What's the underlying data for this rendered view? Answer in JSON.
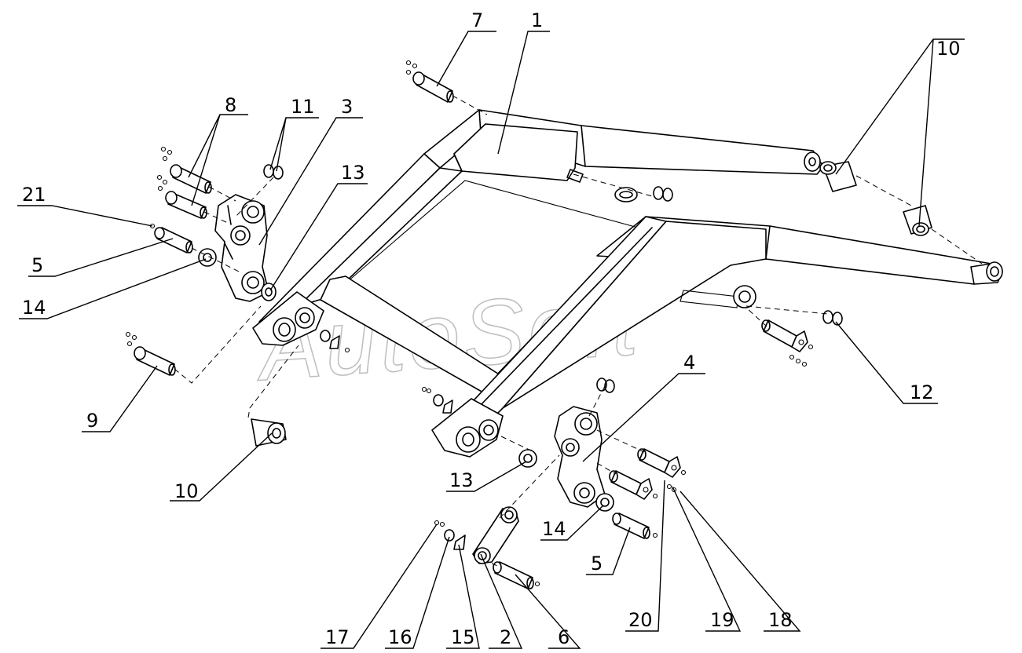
{
  "watermark": "AutoSoft",
  "callouts": [
    {
      "id": "c7",
      "label": "7"
    },
    {
      "id": "c1",
      "label": "1"
    },
    {
      "id": "c10a",
      "label": "10"
    },
    {
      "id": "c8",
      "label": "8"
    },
    {
      "id": "c11",
      "label": "11"
    },
    {
      "id": "c3",
      "label": "3"
    },
    {
      "id": "c13a",
      "label": "13"
    },
    {
      "id": "c21",
      "label": "21"
    },
    {
      "id": "c5a",
      "label": "5"
    },
    {
      "id": "c14a",
      "label": "14"
    },
    {
      "id": "c9",
      "label": "9"
    },
    {
      "id": "c10b",
      "label": "10"
    },
    {
      "id": "c4",
      "label": "4"
    },
    {
      "id": "c12",
      "label": "12"
    },
    {
      "id": "c13b",
      "label": "13"
    },
    {
      "id": "c14b",
      "label": "14"
    },
    {
      "id": "c5b",
      "label": "5"
    },
    {
      "id": "c17",
      "label": "17"
    },
    {
      "id": "c16",
      "label": "16"
    },
    {
      "id": "c15",
      "label": "15"
    },
    {
      "id": "c2",
      "label": "2"
    },
    {
      "id": "c6",
      "label": "6"
    },
    {
      "id": "c20",
      "label": "20"
    },
    {
      "id": "c19",
      "label": "19"
    },
    {
      "id": "c18",
      "label": "18"
    }
  ]
}
